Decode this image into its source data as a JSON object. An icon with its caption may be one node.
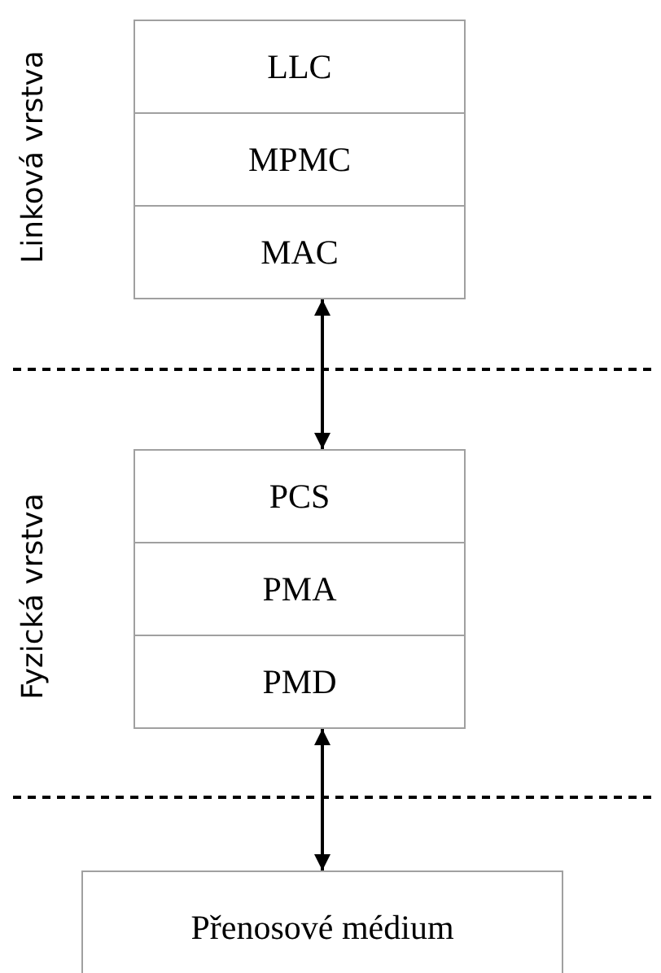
{
  "diagram": {
    "nodes": [
      {
        "text": [
          "LLC"
        ]
      },
      {
        "text": [
          "MPMC"
        ]
      },
      {
        "text": [
          "MAC"
        ]
      },
      {
        "text": [
          "PCS"
        ]
      },
      {
        "text": [
          "PMA"
        ]
      },
      {
        "text": [
          "PMD"
        ]
      },
      {
        "text": [
          "Přenosové médium"
        ]
      }
    ],
    "edges": [
      {
        "from": 2,
        "to": 3,
        "arrow": "both"
      },
      {
        "from": 5,
        "to": 6,
        "arrow": "both"
      }
    ],
    "labels": [
      "Linková vrstva",
      "Fyzická vrstva"
    ]
  }
}
